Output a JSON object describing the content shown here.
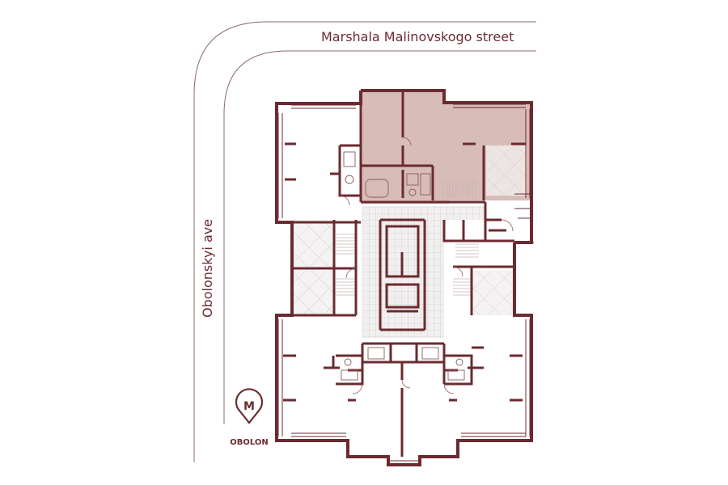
{
  "streets": {
    "top": "Marshala Malinovskogo street",
    "left": "Obolonskyi ave"
  },
  "metro": {
    "letter": "M",
    "station": "OBOLON"
  },
  "colors": {
    "wall": "#6b2b30",
    "street_line": "#8a6a6c",
    "highlight_fill": "#d7bcb8",
    "grid_fill": "#eceaea",
    "grid_line": "#c9c4c4"
  },
  "icons": {
    "metro": "map-pin-icon"
  }
}
